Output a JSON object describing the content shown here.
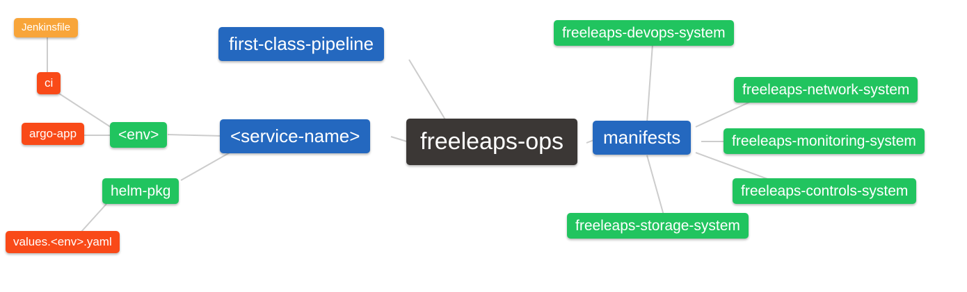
{
  "colors": {
    "root_bg": "#3b3735",
    "level1_bg": "#2468bf",
    "level2_bg": "#21c45f",
    "level3_bg": "#f94a18",
    "level4_bg": "#f8a53a",
    "node_text": "#ffffff",
    "connector": "#cccccc",
    "background": "#ffffff"
  },
  "mindmap": {
    "type": "mindmap",
    "root": {
      "label": "freeleaps-ops"
    },
    "left": {
      "first_class_pipeline": {
        "label": "first-class-pipeline"
      },
      "service_name": {
        "label": "<service-name>"
      },
      "env": {
        "label": "<env>"
      },
      "helm_pkg": {
        "label": "helm-pkg"
      },
      "ci": {
        "label": "ci"
      },
      "argo_app": {
        "label": "argo-app"
      },
      "jenkinsfile": {
        "label": "Jenkinsfile"
      },
      "values_env_yaml": {
        "label": "values.<env>.yaml"
      }
    },
    "right": {
      "manifests": {
        "label": "manifests"
      },
      "systems": [
        {
          "label": "freeleaps-devops-system"
        },
        {
          "label": "freeleaps-network-system"
        },
        {
          "label": "freeleaps-monitoring-system"
        },
        {
          "label": "freeleaps-controls-system"
        },
        {
          "label": "freeleaps-storage-system"
        }
      ]
    },
    "edges": [
      [
        "Jenkinsfile",
        "ci"
      ],
      [
        "ci",
        "<env>"
      ],
      [
        "argo-app",
        "<env>"
      ],
      [
        "<env>",
        "<service-name>"
      ],
      [
        "helm-pkg",
        "<service-name>"
      ],
      [
        "values.<env>.yaml",
        "helm-pkg"
      ],
      [
        "first-class-pipeline",
        "freeleaps-ops"
      ],
      [
        "<service-name>",
        "freeleaps-ops"
      ],
      [
        "freeleaps-ops",
        "manifests"
      ],
      [
        "manifests",
        "freeleaps-devops-system"
      ],
      [
        "manifests",
        "freeleaps-network-system"
      ],
      [
        "manifests",
        "freeleaps-monitoring-system"
      ],
      [
        "manifests",
        "freeleaps-controls-system"
      ],
      [
        "manifests",
        "freeleaps-storage-system"
      ]
    ]
  }
}
